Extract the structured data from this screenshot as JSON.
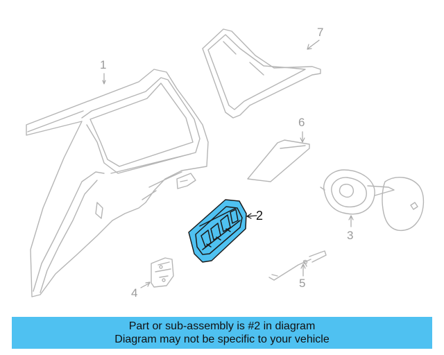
{
  "diagram": {
    "highlight_color": "#4fc1f1",
    "line_color": "#b5b5b5",
    "selected_part": "2",
    "callouts": [
      {
        "id": "1",
        "label": "1"
      },
      {
        "id": "2",
        "label": "2"
      },
      {
        "id": "3",
        "label": "3"
      },
      {
        "id": "4",
        "label": "4"
      },
      {
        "id": "5",
        "label": "5"
      },
      {
        "id": "6",
        "label": "6"
      },
      {
        "id": "7",
        "label": "7"
      }
    ]
  },
  "banner": {
    "line1": "Part or sub-assembly is #2 in diagram",
    "line2": "Diagram may not be specific to your vehicle",
    "background": "#4fc1f1"
  }
}
